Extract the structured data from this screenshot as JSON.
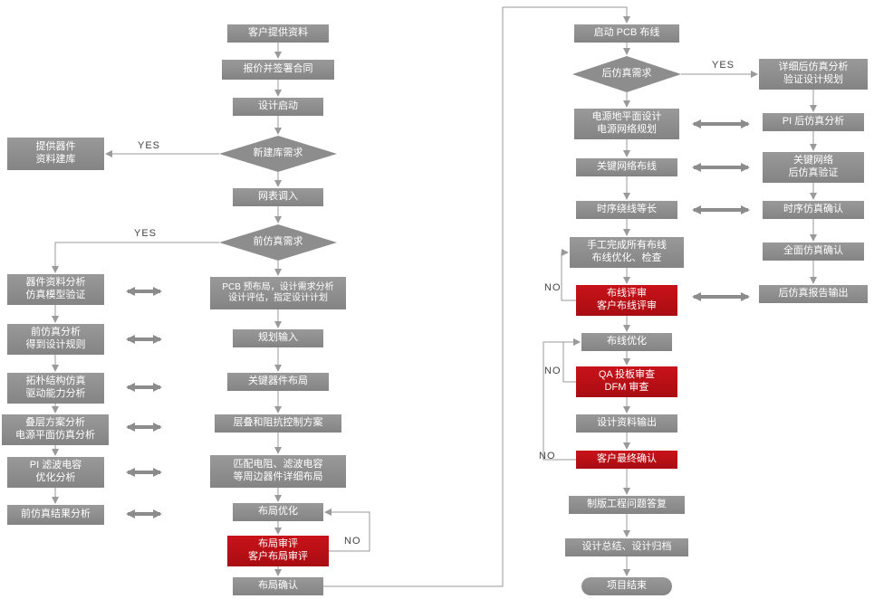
{
  "diagram": {
    "type": "flowchart",
    "language": "zh-CN",
    "colors": {
      "node_gray": "#8f8f8f",
      "node_red": "#c0101b",
      "connector": "#9a9a9a",
      "background": "#ffffff",
      "branch_label_text": "#444444"
    }
  },
  "nodes": [
    {
      "id": "customer-materials",
      "kind": "process",
      "label": "客户提供资料"
    },
    {
      "id": "quote-contract",
      "kind": "process",
      "label": "报价并签署合同"
    },
    {
      "id": "design-start",
      "kind": "process",
      "label": "设计启动"
    },
    {
      "id": "newlib-decision",
      "kind": "decision",
      "label": "新建库需求"
    },
    {
      "id": "netlist-import",
      "kind": "process",
      "label": "网表调入"
    },
    {
      "id": "presim-decision",
      "kind": "decision",
      "label": "前仿真需求"
    },
    {
      "id": "pcb-prelayout",
      "kind": "process",
      "label": "PCB 预布局，设计需求分析\n设计评估，指定设计计划"
    },
    {
      "id": "plan-input",
      "kind": "process",
      "label": "规划输入"
    },
    {
      "id": "key-component-placement",
      "kind": "process",
      "label": "关键器件布局"
    },
    {
      "id": "stackup-impedance",
      "kind": "process",
      "label": "层叠和阻抗控制方案"
    },
    {
      "id": "peripheral-placement",
      "kind": "process",
      "label": "匹配电阻、滤波电容\n等周边器件详细布局"
    },
    {
      "id": "layout-optimize",
      "kind": "process",
      "label": "布局优化"
    },
    {
      "id": "layout-review",
      "kind": "review",
      "label": "布局审评\n客户布局审评"
    },
    {
      "id": "layout-confirm",
      "kind": "process",
      "label": "布局确认"
    },
    {
      "id": "provide-lib",
      "kind": "process",
      "label": "提供器件\n资料建库"
    },
    {
      "id": "component-analysis",
      "kind": "process",
      "label": "器件资料分析\n仿真模型验证"
    },
    {
      "id": "presim-rules",
      "kind": "process",
      "label": "前仿真分析\n得到设计规则"
    },
    {
      "id": "topology-sim",
      "kind": "process",
      "label": "拓朴结构仿真\n驱动能力分析"
    },
    {
      "id": "stackup-analysis",
      "kind": "process",
      "label": "叠层方案分析\n电源平面仿真分析"
    },
    {
      "id": "pi-filter-cap",
      "kind": "process",
      "label": "PI 滤波电容\n优化分析"
    },
    {
      "id": "presim-result",
      "kind": "process",
      "label": "前仿真结果分析"
    },
    {
      "id": "start-routing",
      "kind": "process",
      "label": "启动 PCB 布线"
    },
    {
      "id": "postsim-decision",
      "kind": "decision",
      "label": "后仿真需求"
    },
    {
      "id": "power-ground-plane",
      "kind": "process",
      "label": "电源地平面设计\n电源网络规划"
    },
    {
      "id": "key-net-routing",
      "kind": "process",
      "label": "关键网络布线"
    },
    {
      "id": "timing-length",
      "kind": "process",
      "label": "时序绕线等长"
    },
    {
      "id": "manual-routing",
      "kind": "process",
      "label": "手工完成所有布线\n布线优化、检查"
    },
    {
      "id": "routing-review",
      "kind": "review",
      "label": "布线评审\n客户布线评审"
    },
    {
      "id": "routing-optimize",
      "kind": "process",
      "label": "布线优化"
    },
    {
      "id": "qa-dfm-review",
      "kind": "review",
      "label": "QA 投板审查\nDFM 审查"
    },
    {
      "id": "design-output",
      "kind": "process",
      "label": "设计资料输出"
    },
    {
      "id": "customer-final-confirm",
      "kind": "review",
      "label": "客户最终确认"
    },
    {
      "id": "fab-question-reply",
      "kind": "process",
      "label": "制版工程问题答复"
    },
    {
      "id": "design-summary",
      "kind": "process",
      "label": "设计总结、设计归档"
    },
    {
      "id": "project-end",
      "kind": "terminator",
      "label": "项目结束"
    },
    {
      "id": "detailed-postsim",
      "kind": "process",
      "label": "详细后仿真分析\n验证设计规划"
    },
    {
      "id": "pi-postsim",
      "kind": "process",
      "label": "PI 后仿真分析"
    },
    {
      "id": "keynet-postsim",
      "kind": "process",
      "label": "关键网络\n后仿真验证"
    },
    {
      "id": "timing-sim-confirm",
      "kind": "process",
      "label": "时序仿真确认"
    },
    {
      "id": "full-sim-confirm",
      "kind": "process",
      "label": "全面仿真确认"
    },
    {
      "id": "postsim-report",
      "kind": "process",
      "label": "后仿真报告输出"
    }
  ],
  "branch_labels": [
    {
      "id": "yes-newlib",
      "text": "YES"
    },
    {
      "id": "yes-presim",
      "text": "YES"
    },
    {
      "id": "yes-postsim",
      "text": "YES"
    },
    {
      "id": "no-layout-review",
      "text": "NO"
    },
    {
      "id": "no-routing-review",
      "text": "NO"
    },
    {
      "id": "no-qa-review",
      "text": "NO"
    },
    {
      "id": "no-final-confirm",
      "text": "NO"
    }
  ]
}
